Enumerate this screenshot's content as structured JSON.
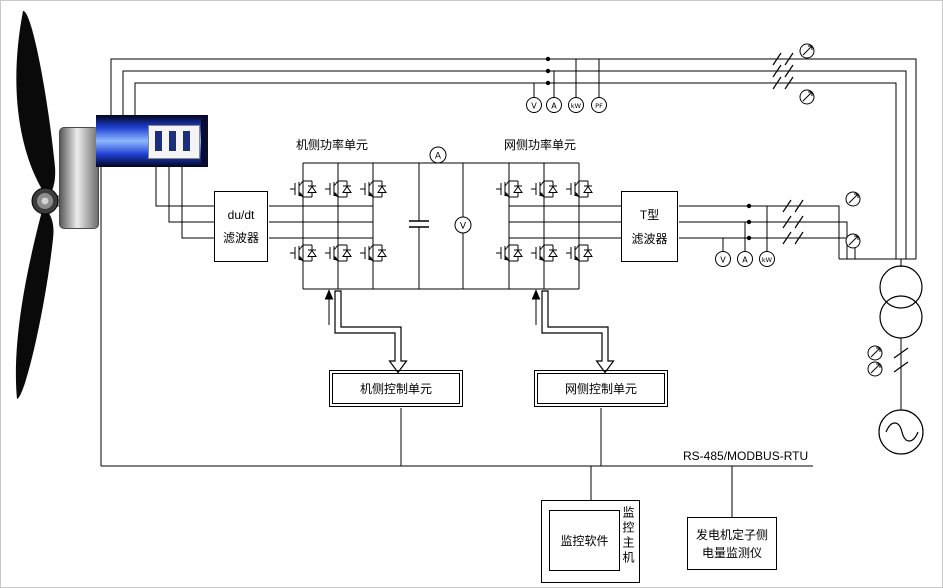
{
  "diagram": {
    "power_units": {
      "machine_side": "机侧功率单元",
      "grid_side": "网侧功率单元"
    },
    "dudt_filter": {
      "line1": "du/dt",
      "line2": "滤波器"
    },
    "t_filter": {
      "line1": "T型",
      "line2": "滤波器"
    },
    "control_units": {
      "machine_side": "机侧控制单元",
      "grid_side": "网侧控制单元"
    },
    "comm_bus": {
      "label": "RS-485/MODBUS-RTU"
    },
    "monitoring": {
      "software": "监控软件",
      "host": "监控主机"
    },
    "stator_meter": {
      "line1": "发电机定子侧",
      "line2": "电量监测仪"
    },
    "meters": {
      "stator": [
        "V",
        "A",
        "kW",
        "PF"
      ],
      "grid": [
        "V",
        "A",
        "kW"
      ],
      "dc_ammeter": "A",
      "dc_voltmeter": "V"
    },
    "colors": {
      "wire": "#000000",
      "generator": "#1e3fd0",
      "box_bg": "#ffffff"
    }
  }
}
